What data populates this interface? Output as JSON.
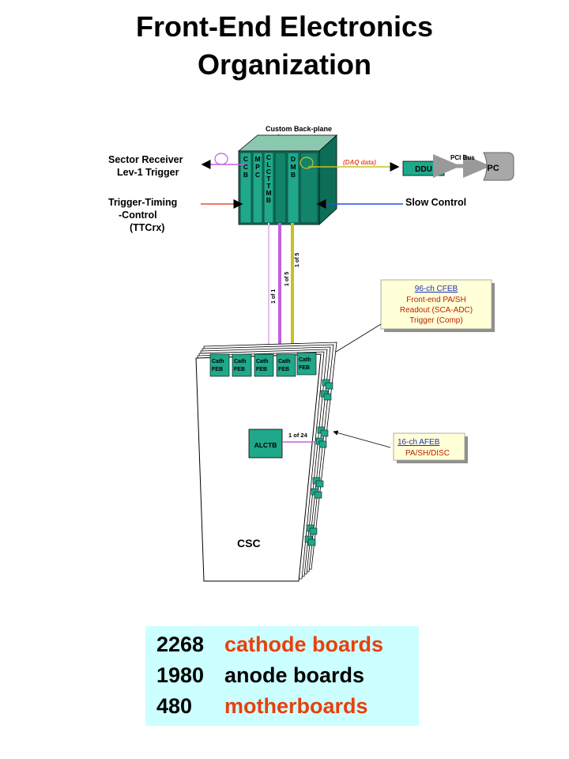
{
  "title": {
    "line1": "Front-End Electronics",
    "line2": "Organization"
  },
  "crate": {
    "backplane_label": "Custom Back-plane",
    "cards": {
      "ccb": "CCB",
      "mpc": "MPC",
      "clct_tmb": "CLCT TMB",
      "dmb": "DMB"
    }
  },
  "left_labels": {
    "sector_receiver": "Sector Receiver",
    "lev1_trigger": "Lev-1 Trigger",
    "trigger_timing": "Trigger-Timing",
    "control": "-Control",
    "ttcrx": "(TTCrx)"
  },
  "right_side": {
    "daq_data": "(DAQ data)",
    "ddu": "DDU",
    "pci_bus": "PCI Bus",
    "pc": "PC",
    "slow_control": "Slow Control"
  },
  "cables": {
    "one_of_one": "1 of 1",
    "one_of_five_a": "1 of 5",
    "one_of_five_b": "1 of 5",
    "one_of_24": "1 of 24"
  },
  "cfeb_box": {
    "title": "96-ch CFEB",
    "line1": "Front-end PA/SH",
    "line2": "Readout (SCA-ADC)",
    "line3": "Trigger (Comp)"
  },
  "afeb_box": {
    "title": "16-ch AFEB",
    "line1": "PA/SH/DISC"
  },
  "chamber": {
    "feb_line1": "Cath",
    "feb_line2": "FEB",
    "alctb": "ALCTB",
    "csc": "CSC"
  },
  "stats": [
    {
      "number": "2268",
      "text": "cathode boards",
      "color": "#e8400c"
    },
    {
      "number": "1980",
      "text": "anode boards",
      "color": "#000000"
    },
    {
      "number": "480",
      "text": "motherboards",
      "color": "#e8400c"
    }
  ],
  "colors": {
    "board_green": "#1fa88a",
    "crate_green": "#11846a",
    "trigger_purple": "#c060e0",
    "ttc_orange": "#e85030",
    "daq_yellow": "#c8c020",
    "slow_blue": "#2050e0",
    "stats_bg": "#ccffff"
  }
}
